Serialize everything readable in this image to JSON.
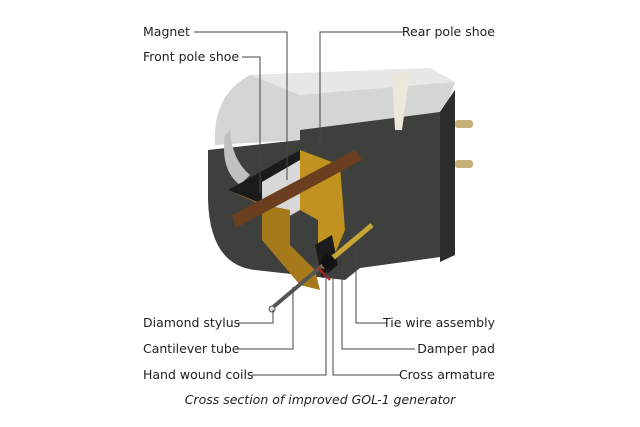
{
  "labels": {
    "magnet": "Magnet",
    "front_pole_shoe": "Front pole shoe",
    "rear_pole_shoe": "Rear pole shoe",
    "diamond_stylus": "Diamond stylus",
    "cantilever_tube": "Cantilever tube",
    "hand_wound_coils": "Hand wound coils",
    "tie_wire_assembly": "Tie wire assembly",
    "damper_pad": "Damper pad",
    "cross_armature": "Cross armature"
  },
  "caption": "Cross section of improved GOL-1 generator"
}
